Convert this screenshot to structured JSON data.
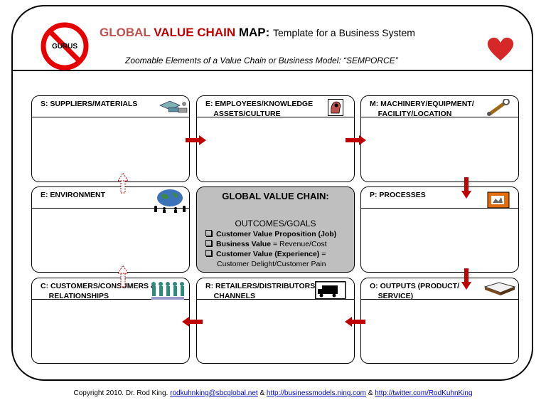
{
  "header": {
    "title_part1": "GLOBAL ",
    "title_part2": "VALUE CHAIN ",
    "title_part3": "MAP: ",
    "title_part4": "Template for a Business System",
    "subtitle": "Zoomable Elements of a Value Chain or Business Model: “SEMPORCE”",
    "logo_text": "GURUS"
  },
  "boxes": {
    "suppliers": "S: SUPPLIERS/MATERIALS",
    "employees": "E: EMPLOYEES/KNOWLEDGE\n    ASSETS/CULTURE",
    "machinery": "M: MACHINERY/EQUIPMENT/\n    FACILITY/LOCATION",
    "environment": "E: ENVIRONMENT",
    "processes": "P: PROCESSES",
    "customers": "C: CUSTOMERS/CONSUMERS &\n    RELATIONSHIPS",
    "retailers": "R: RETAILERS/DISTRIBUTORS/\n    CHANNELS",
    "outputs": "O: OUTPUTS (PRODUCT/\n    SERVICE)"
  },
  "center": {
    "title": "GLOBAL VALUE CHAIN:",
    "subtitle": "OUTCOMES/GOALS",
    "goal1_bold": "Customer Value Proposition (Job)",
    "goal2_bold": "Business Value",
    "goal2_rest": " = Revenue/Cost",
    "goal3_bold": "Customer Value (Experience)",
    "goal3_rest": " =",
    "goal3_cont": "Customer Delight/Customer Pain"
  },
  "footer": {
    "prefix": "Copyright 2010. Dr. Rod King. ",
    "email": "rodkuhnking@sbcglobal.net",
    "sep1": " & ",
    "link1": "http://businessmodels.ning.com",
    "sep2": " & ",
    "link2": "http://twitter.com/RodKuhnKing"
  },
  "colors": {
    "accent_red": "#c00000",
    "title_red": "#c0504d",
    "center_fill": "#bfbfbf"
  },
  "icons": [
    "no-gurus-icon",
    "heart-icon",
    "supplies-icon",
    "head-icon",
    "wrench-icon",
    "globe-icon",
    "factory-icon",
    "people-icon",
    "truck-icon",
    "book-icon"
  ]
}
